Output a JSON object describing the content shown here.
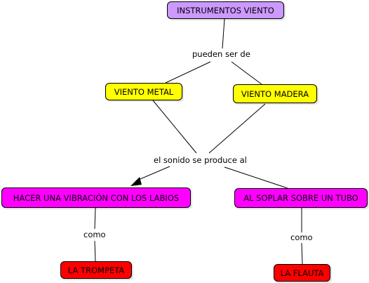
{
  "colors": {
    "root": "#cc99ff",
    "level1": "#ffff00",
    "level2": "#ff00ff",
    "leaf": "#ff0000",
    "line": "#000000"
  },
  "nodes": {
    "instrumentos_viento": "INSTRUMENTOS VIENTO",
    "viento_metal": "VIENTO METAL",
    "viento_madera": "VIENTO MADERA",
    "vibracion_labios": "HACER UNA VIBRACIÓN CON LOS LABIOS",
    "soplar_tubo": "AL SOPLAR SOBRE UN TUBO",
    "trompeta": "LA TROMPETA",
    "flauta": "LA FLAUTA"
  },
  "links": {
    "pueden_ser_de": "pueden ser de",
    "sonido_se_produce": "el sonido se produce al",
    "como_left": "como",
    "como_right": "como"
  }
}
